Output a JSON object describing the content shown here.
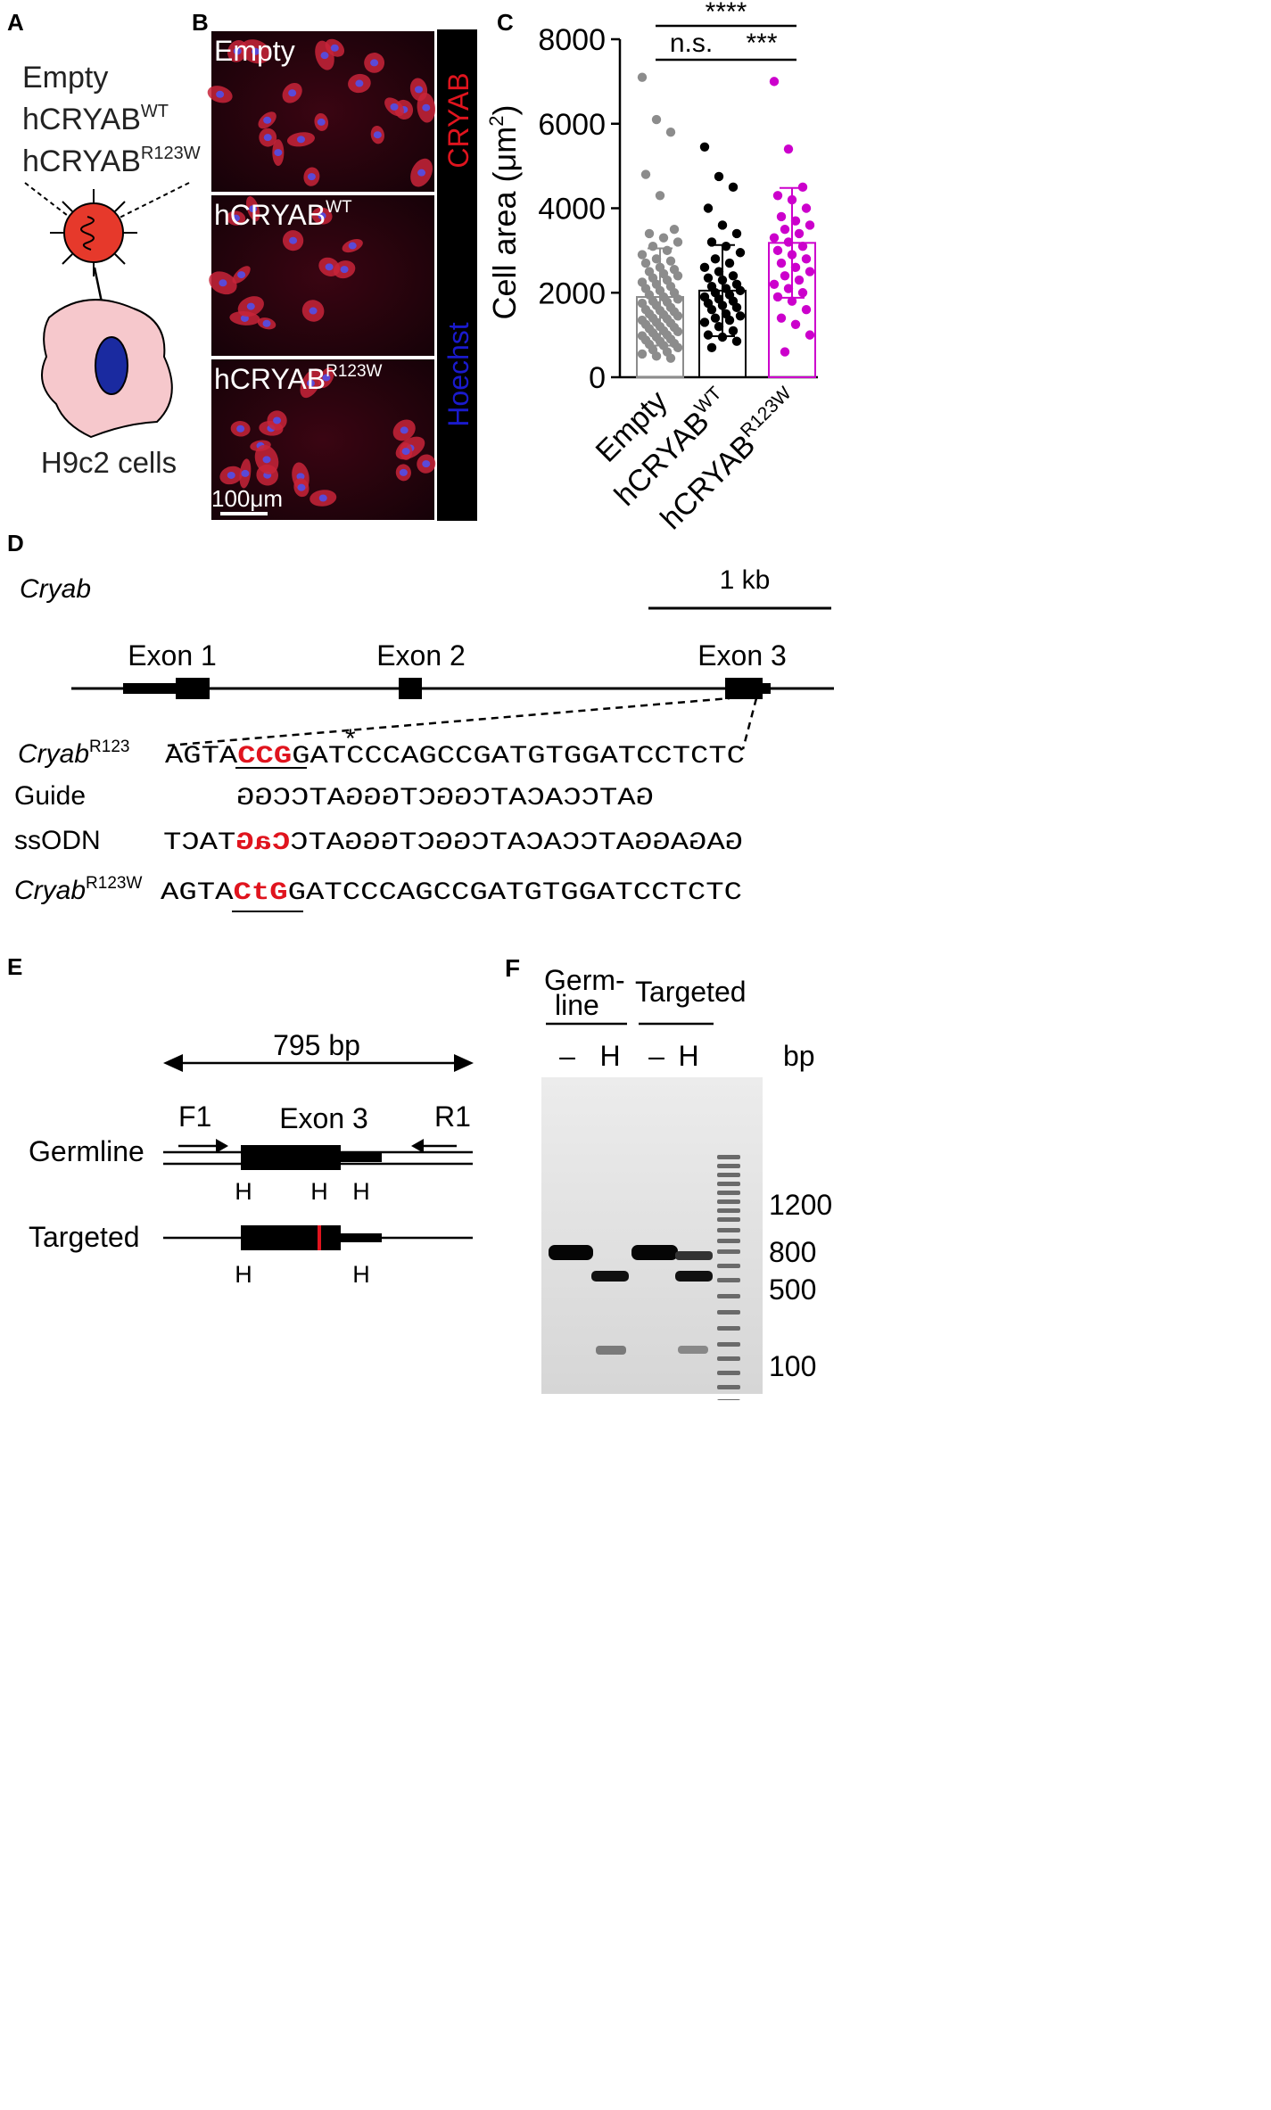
{
  "panel_labels": {
    "a": "A",
    "b": "B",
    "c": "C",
    "d": "D",
    "e": "E",
    "f": "F"
  },
  "panel_a": {
    "constructs": [
      "Empty",
      "hCRYAB",
      "hCRYAB"
    ],
    "construct_sups": [
      "",
      "WT",
      "R123W"
    ],
    "cell_label": "H9c2 cells"
  },
  "panel_b": {
    "images": [
      {
        "label": "Empty",
        "sup": ""
      },
      {
        "label": "hCRYAB",
        "sup": "WT"
      },
      {
        "label": "hCRYAB",
        "sup": "R123W"
      }
    ],
    "channel_red": "CRYAB",
    "channel_blue": "Hoechst",
    "scalebar": "100μm"
  },
  "chart_data": {
    "type": "bar",
    "ylabel": "Cell area (μm²)",
    "ylabel_main": "Cell area (μm",
    "ylabel_sup": "2",
    "ylabel_end": ")",
    "ylim": [
      0,
      8000
    ],
    "yticks": [
      0,
      2000,
      4000,
      6000,
      8000
    ],
    "categories": [
      "Empty",
      "hCRYAB",
      "hCRYAB"
    ],
    "category_sups": [
      "",
      "WT",
      "R123W"
    ],
    "values": [
      1900,
      2050,
      3180
    ],
    "sd": [
      1150,
      1080,
      1300
    ],
    "colors": [
      "#8c8c8c",
      "#000000",
      "#cc00cc"
    ],
    "points": [
      [
        7100,
        6100,
        5800,
        4800,
        4300,
        3500,
        3400,
        3300,
        3200,
        3100,
        3000,
        2900,
        2800,
        2750,
        2700,
        2600,
        2550,
        2500,
        2450,
        2400,
        2350,
        2300,
        2250,
        2200,
        2150,
        2100,
        2050,
        2000,
        1950,
        1900,
        1850,
        1800,
        1780,
        1750,
        1700,
        1650,
        1600,
        1580,
        1550,
        1500,
        1480,
        1450,
        1400,
        1380,
        1350,
        1300,
        1280,
        1250,
        1200,
        1180,
        1150,
        1100,
        1080,
        1050,
        1000,
        980,
        950,
        900,
        880,
        850,
        800,
        780,
        750,
        700,
        650,
        600,
        550,
        500,
        450
      ],
      [
        5450,
        4750,
        4500,
        4000,
        3600,
        3400,
        3200,
        3100,
        2950,
        2800,
        2700,
        2600,
        2500,
        2400,
        2350,
        2300,
        2200,
        2150,
        2100,
        2050,
        2000,
        1950,
        1900,
        1850,
        1800,
        1750,
        1700,
        1650,
        1600,
        1500,
        1450,
        1400,
        1350,
        1300,
        1200,
        1100,
        1000,
        950,
        850,
        700
      ],
      [
        7000,
        5400,
        4500,
        4300,
        4200,
        4000,
        3800,
        3700,
        3600,
        3500,
        3400,
        3300,
        3200,
        3100,
        3000,
        2900,
        2800,
        2700,
        2600,
        2500,
        2400,
        2300,
        2200,
        2100,
        2000,
        1900,
        1800,
        1600,
        1400,
        1250,
        1000,
        600
      ]
    ],
    "significance": [
      {
        "text": "****",
        "from": 0,
        "to": 2
      },
      {
        "text": "n.s.",
        "from": 0,
        "to": 1
      },
      {
        "text": "***",
        "from": 1,
        "to": 2
      }
    ]
  },
  "panel_d": {
    "gene": "Cryab",
    "scalebar": "1 kb",
    "exons": [
      "Exon 1",
      "Exon 2",
      "Exon 3"
    ],
    "asterisk": "*",
    "rows": [
      {
        "label": "Cryab",
        "sup": "R123",
        "pre": "AGTA",
        "red": "CCG",
        "post": "GATCCCAGCCGATGTGGATCCTCTC"
      },
      {
        "label": "Guide",
        "sup": "",
        "pre": "",
        "red": "",
        "post": "GATCCACATCGGCTGGGATCCGG"
      },
      {
        "label": "ssODN",
        "sup": "",
        "pre": "GAGAGGATCCACATCGGCTGGGATC",
        "red": "CaG",
        "post": "TACT"
      },
      {
        "label": "Cryab",
        "sup": "R123W",
        "pre": "AGTA",
        "red": "CtG",
        "post": "GATCCCAGCCGATGTGGATCCTCTC"
      }
    ]
  },
  "panel_e": {
    "size": "795 bp",
    "exon": "Exon 3",
    "forward_primer": "F1",
    "reverse_primer": "R1",
    "germline": "Germline",
    "targeted": "Targeted",
    "site": "H"
  },
  "panel_f": {
    "group1_line1": "Germ-",
    "group1_line2": "line",
    "group2": "Targeted",
    "lanes": [
      "–",
      "H",
      "–",
      "H"
    ],
    "unit": "bp",
    "markers": [
      "1200",
      "800",
      "500",
      "100"
    ]
  }
}
